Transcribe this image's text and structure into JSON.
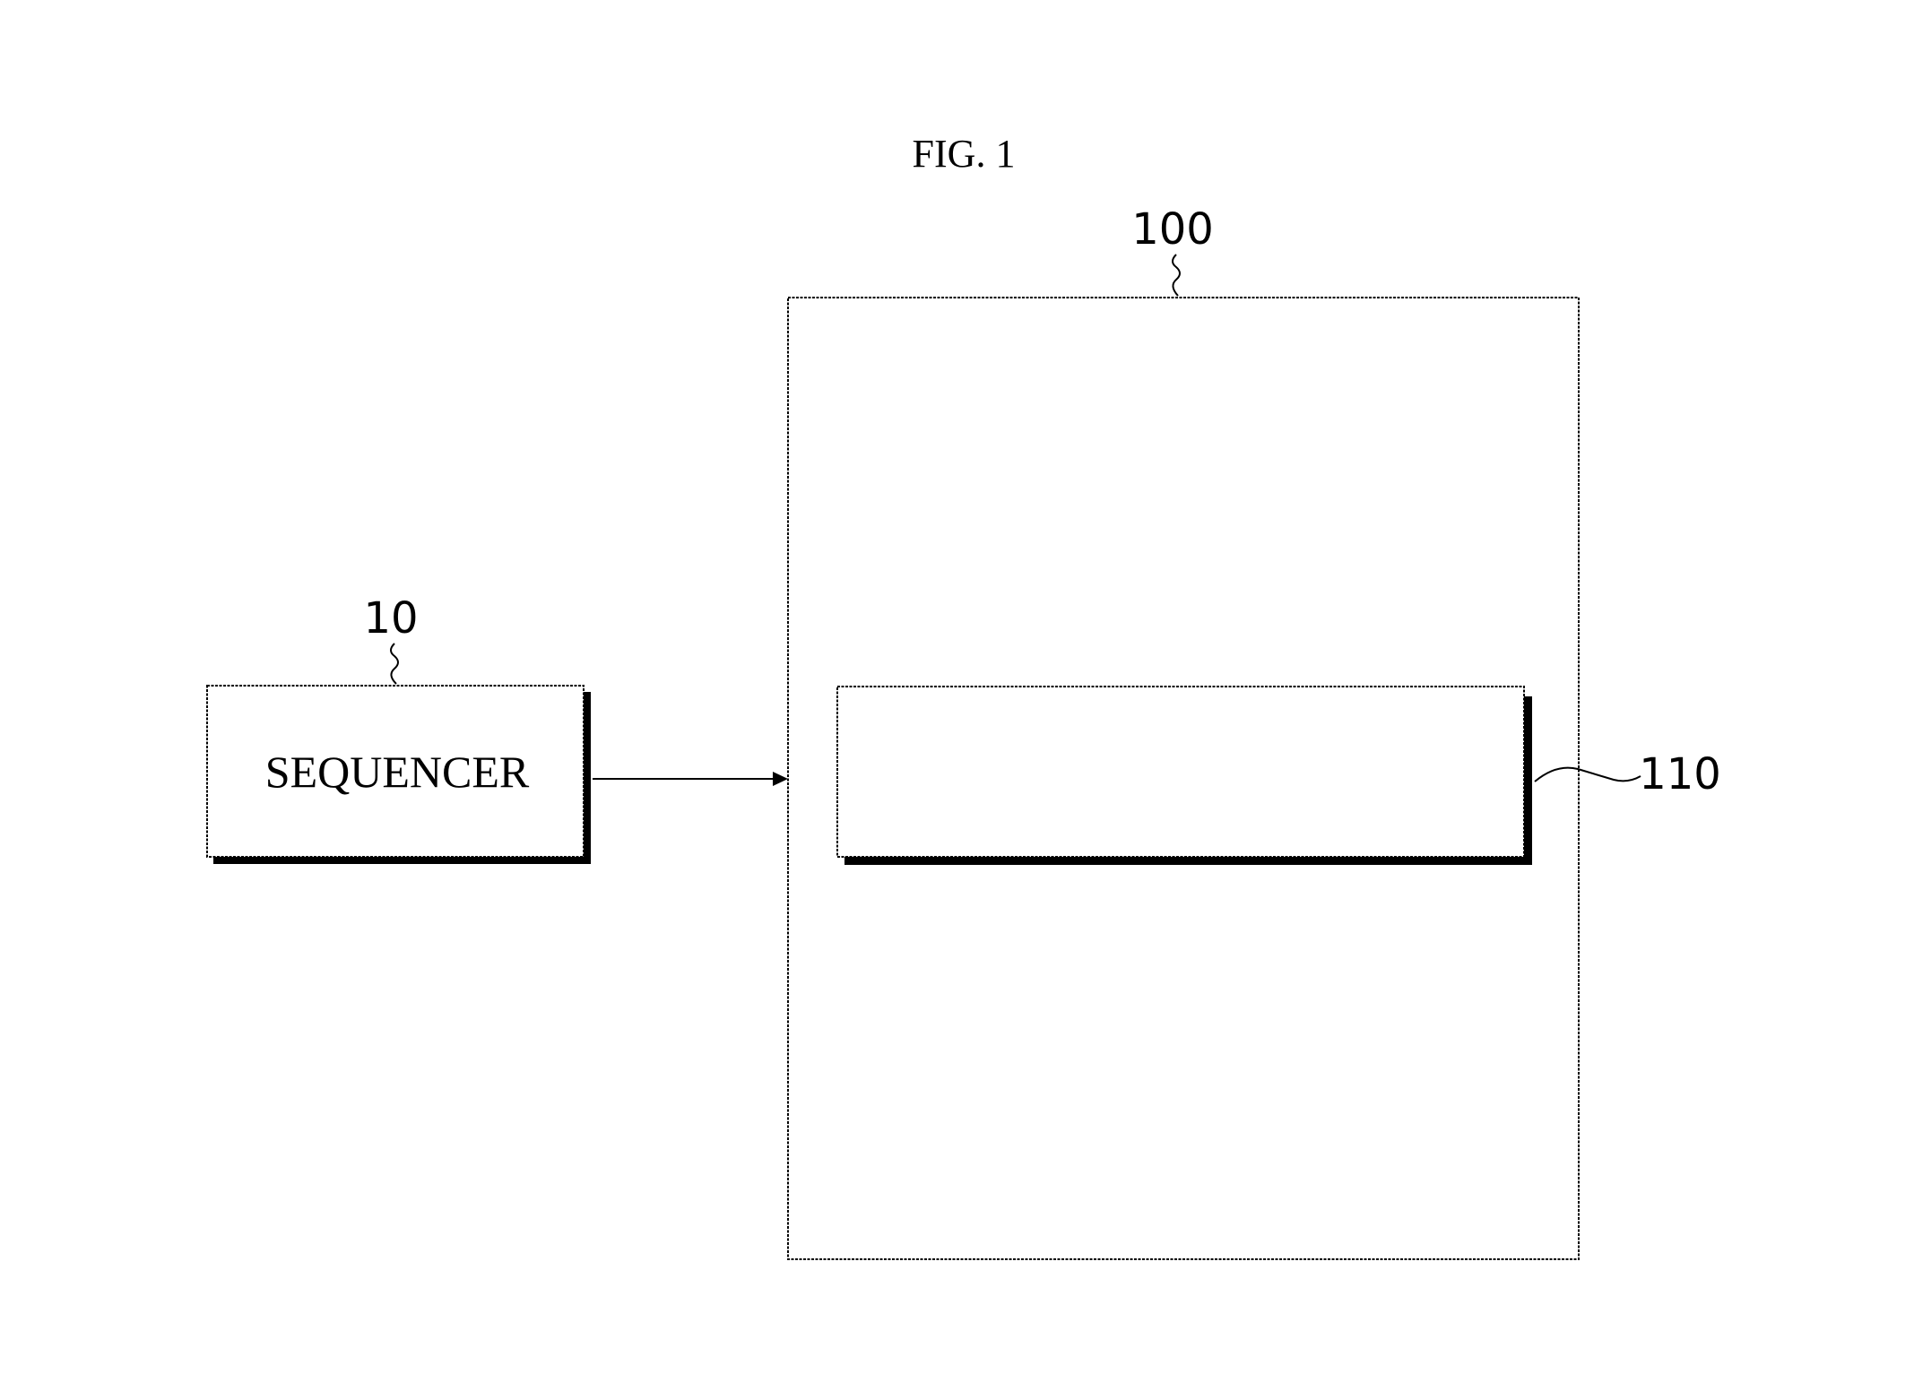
{
  "figure": {
    "title": "FIG. 1"
  },
  "components": {
    "sequencer": {
      "label": "SEQUENCER",
      "ref": "10"
    },
    "device": {
      "ref": "100"
    },
    "inner_block": {
      "ref": "110"
    }
  },
  "colors": {
    "line": "#000000",
    "shadow": "#000000",
    "background": "#ffffff"
  }
}
